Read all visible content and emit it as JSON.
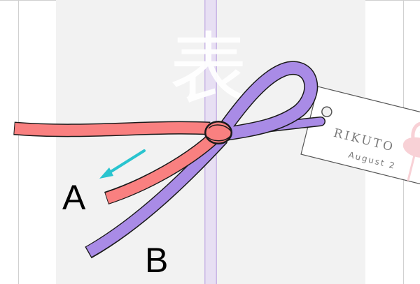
{
  "watermark_char": "表",
  "tag": {
    "name_text": "RIKUTO",
    "date_text": "August 2"
  },
  "labels": {
    "a": "A",
    "b": "B"
  },
  "colors": {
    "background": "#ffffff",
    "card": "#f2f2f2",
    "frame_line": "#d0d0d0",
    "center_band": "#e7dff3",
    "center_band_line": "#c9b6e6",
    "red_cord": "#f98080",
    "purple_cord": "#a98be6",
    "outline": "#1a1a1a",
    "arrow": "#29c4cf",
    "tag_text": "#7a7a7a",
    "watermark": "#ffffff"
  },
  "icons": {
    "tag_decoration": "flamingo-icon",
    "direction_arrow": "arrow-down-left-icon"
  }
}
